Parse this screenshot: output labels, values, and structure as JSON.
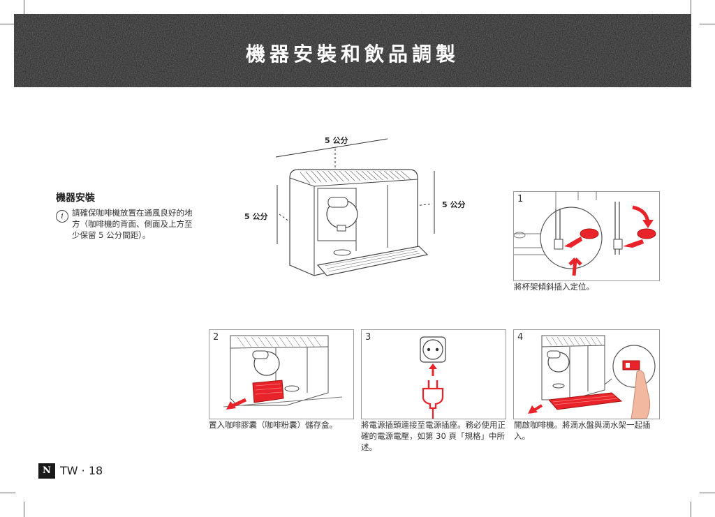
{
  "header": {
    "title": "機器安裝和飲品調製"
  },
  "setup": {
    "title": "機器安裝",
    "info_icon": "i",
    "info_text": "請確保咖啡機放置在通風良好的地方（咖啡機的背面、側面及上方至少保留 5 公分間距）。"
  },
  "dimensions": {
    "top": "5 公分",
    "left": "5 公分",
    "right": "5 公分"
  },
  "steps": [
    {
      "number": "1",
      "caption": "將杯架傾斜插入定位。"
    },
    {
      "number": "2",
      "caption": "置入咖啡膠囊（咖啡粉囊）儲存盒。"
    },
    {
      "number": "3",
      "caption": "將電源插頭連接至電源插座。務必使用正確的電源電壓，如第 30 頁「規格」中所述。"
    },
    {
      "number": "4",
      "caption": "開啟咖啡機。將滴水盤與滴水架一起插入。"
    }
  ],
  "footer": {
    "logo": "N",
    "page": "TW · 18"
  },
  "colors": {
    "accent": "#e8242a",
    "banner": "#1c1c1c"
  }
}
